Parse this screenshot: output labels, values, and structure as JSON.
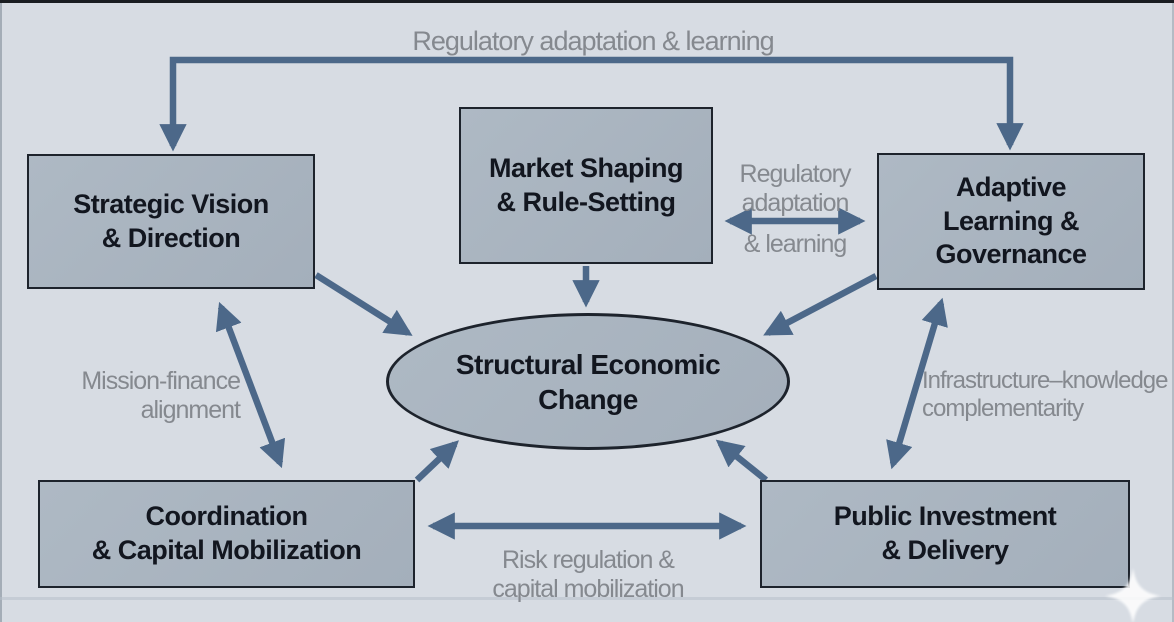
{
  "diagram": {
    "nodes": {
      "strategic_vision": {
        "label": "Strategic Vision\n& Direction"
      },
      "market_shaping": {
        "label": "Market Shaping\n& Rule-Setting"
      },
      "adaptive_learning": {
        "label": "Adaptive\nLearning &\nGovernance"
      },
      "structural_change": {
        "label": "Structural Economic\nChange"
      },
      "coordination": {
        "label": "Coordination\n& Capital Mobilization"
      },
      "public_investment": {
        "label": "Public Investment\n& Delivery"
      }
    },
    "edge_labels": {
      "top_feedback": "Regulatory adaptation & learning",
      "market_adaptive_top": "Regulatory\nadaptation",
      "market_adaptive_bottom": "& learning",
      "mission_finance": "Mission-finance\nalignment",
      "infrastructure_knowledge": "Infrastructure–knowledge\ncomplementarity",
      "risk_capital": "Risk regulation &\ncapital mobilization"
    },
    "colors": {
      "background": "#d7dce3",
      "node_fill": "#a9b4c0",
      "node_border": "#1d232c",
      "node_text": "#12161f",
      "arrow": "#4c6889",
      "label_text": "#85898f"
    }
  }
}
